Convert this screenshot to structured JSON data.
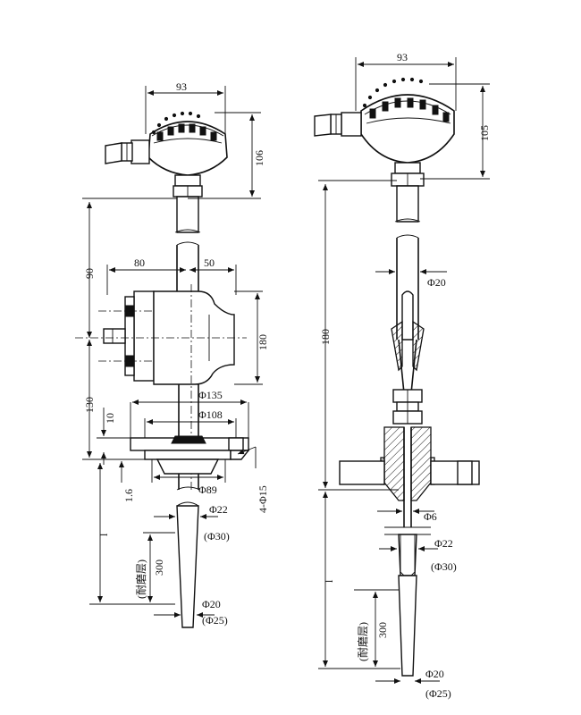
{
  "left_view": {
    "dims": {
      "head_width": "93",
      "head_height": "106",
      "body_height": "90",
      "body_width_left": "80",
      "body_width_right": "50",
      "body_side": "180",
      "flange_od": "Φ135",
      "flange_pcd": "Φ108",
      "flange_thickness": "10",
      "lower_height": "130",
      "gap": "1.6",
      "bolt_holes": "4-Φ15",
      "flange_id": "Φ89",
      "tube_d1": "Φ22",
      "tube_d1b": "(Φ30)",
      "insert_length": "l",
      "wear_length": "300",
      "wear_label": "(耐磨层)",
      "tip_d1": "Φ20",
      "tip_d1b": "(Φ25)"
    }
  },
  "right_view": {
    "dims": {
      "head_width": "93",
      "head_height": "105",
      "stem_length": "180",
      "stem_d": "Φ20",
      "inner_d": "Φ6",
      "tube_d1": "Φ22",
      "tube_d1b": "(Φ30)",
      "insert_length": "l",
      "wear_length": "300",
      "wear_label": "(耐磨层)",
      "tip_d1": "Φ20",
      "tip_d1b": "(Φ25)"
    }
  }
}
